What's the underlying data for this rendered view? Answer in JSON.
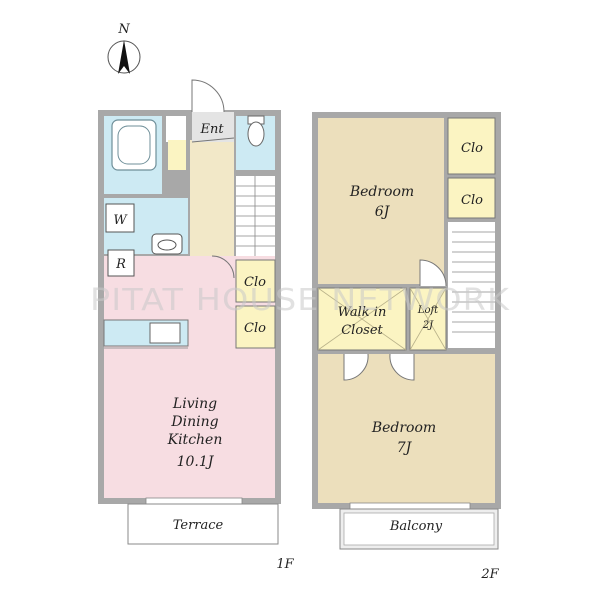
{
  "compass": {
    "north_label": "N"
  },
  "watermark": {
    "text": "PITAT HOUSE NETWORK"
  },
  "colors": {
    "wall": "#a8a8a8",
    "ldk": "#f7dde2",
    "wet": "#cdeaf3",
    "hall": "#f2e8c8",
    "bedroom": "#ecdfbc",
    "closet": "#fbf4c2",
    "line": "#7a7a7a"
  },
  "floor1": {
    "label": "1F",
    "rooms": {
      "ent": "Ent",
      "washroom": "W",
      "refrigerator": "R",
      "closet_a": "Clo",
      "closet_b": "Clo",
      "ldk_line1": "Living",
      "ldk_line2": "Dining",
      "ldk_line3": "Kitchen",
      "ldk_size": "10.1J",
      "terrace": "Terrace"
    }
  },
  "floor2": {
    "label": "2F",
    "rooms": {
      "bedroom_a": "Bedroom",
      "bedroom_a_size": "6J",
      "closet_a": "Clo",
      "closet_b": "Clo",
      "walkin_line1": "Walk in",
      "walkin_line2": "Closet",
      "loft": "Loft",
      "loft_size": "2J",
      "bedroom_b": "Bedroom",
      "bedroom_b_size": "7J",
      "balcony": "Balcony"
    }
  }
}
